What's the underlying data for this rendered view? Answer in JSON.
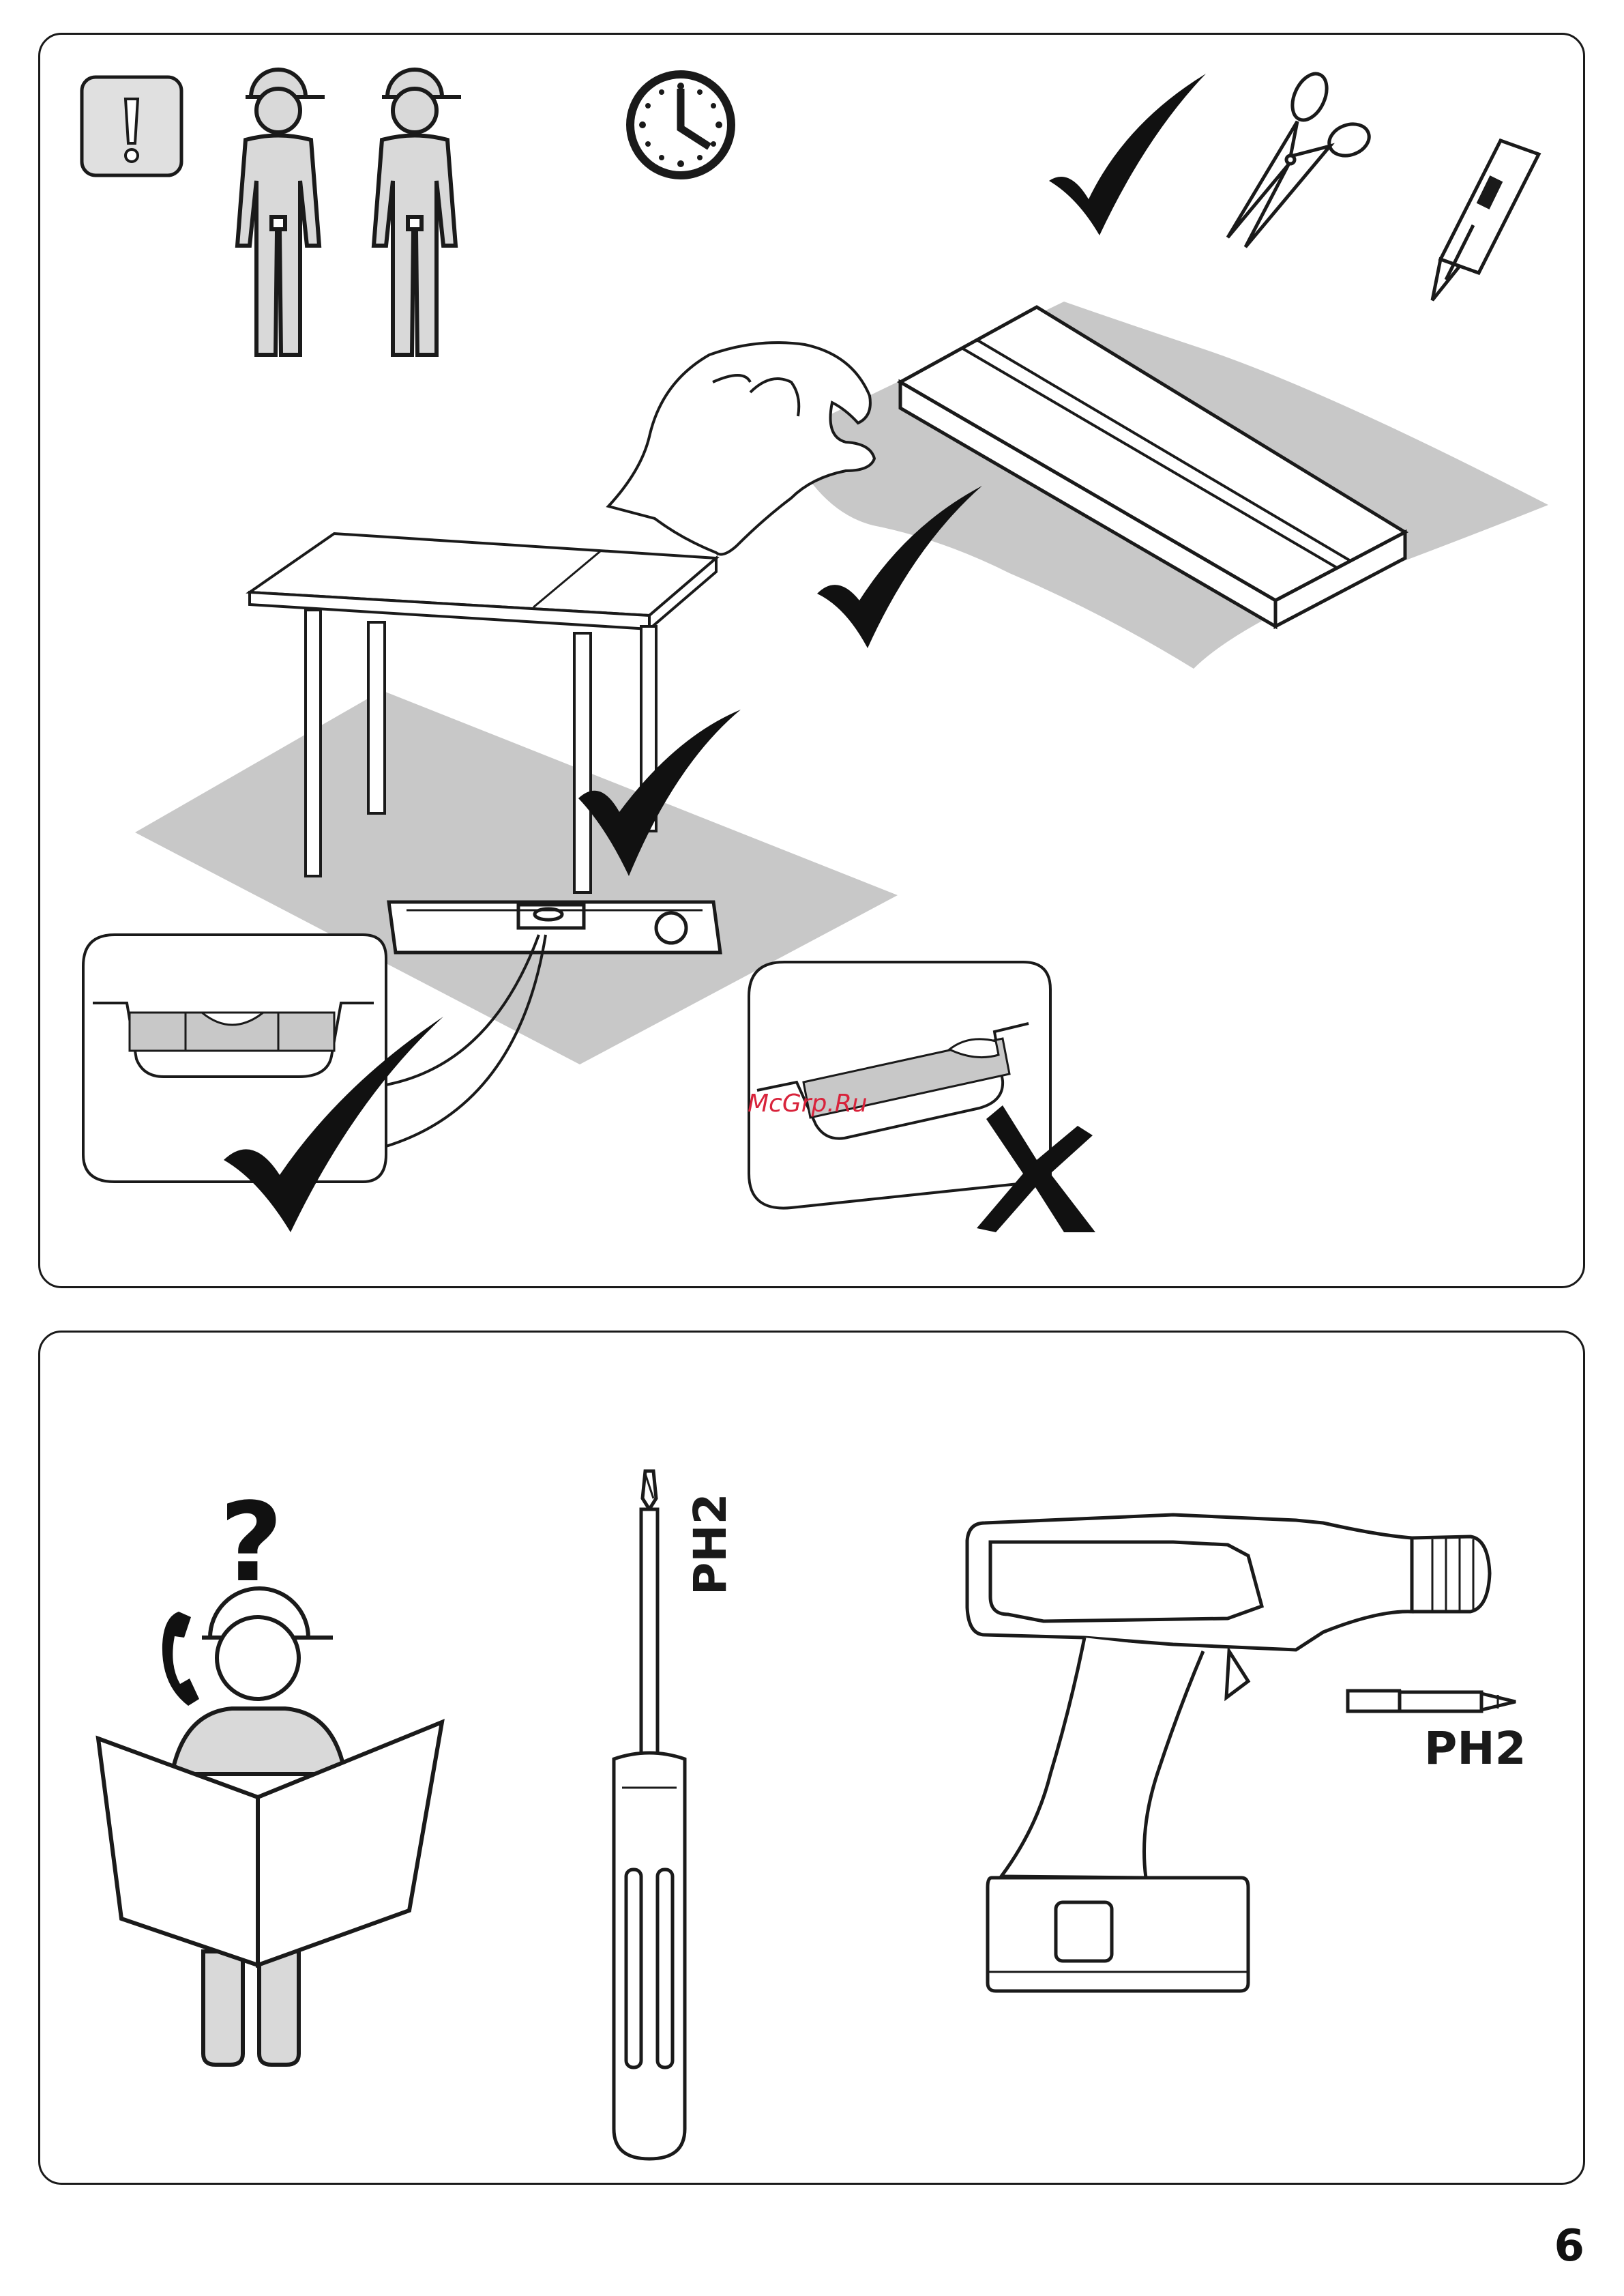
{
  "watermark": "McGrp.Ru",
  "page_number": "6",
  "top_panel": {
    "icons": [
      "warning-icon",
      "two-people-icon",
      "clock-icon",
      "checkmark-icon",
      "scissors-icon",
      "utility-knife-icon",
      "hand-icon",
      "package-icon",
      "table-icon",
      "spirit-level-icon",
      "cross-icon"
    ]
  },
  "bottom_panel": {
    "screwdriver_label": "PH2",
    "drill_bit_label": "PH2",
    "icons": [
      "person-reading-instructions-icon",
      "question-mark-icon",
      "phone-icon",
      "screwdriver-icon",
      "cordless-drill-icon",
      "drill-bit-icon"
    ]
  },
  "colors": {
    "ink": "#1a1a1a",
    "fill_gray": "#c8c8c8",
    "light_gray": "#e0e0e0",
    "watermark": "#d8233b"
  }
}
